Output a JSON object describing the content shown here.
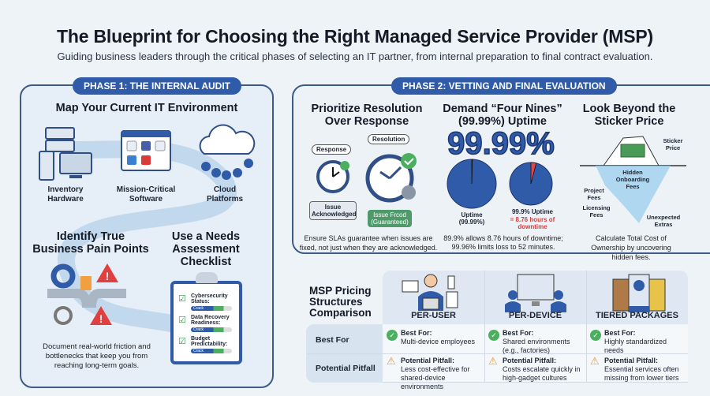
{
  "title": "The Blueprint for Choosing the Right Managed Service Provider (MSP)",
  "subtitle": "Guiding business leaders through the critical phases of selecting an IT partner, from internal preparation to final contract evaluation.",
  "phase1": {
    "badge": "PHASE 1: THE INTERNAL AUDIT",
    "map": {
      "title": "Map Your Current IT Environment",
      "items": [
        {
          "label": "Inventory Hardware",
          "icon": "server-computer-icon"
        },
        {
          "label": "Mission-Critical Software",
          "icon": "app-window-icon"
        },
        {
          "label": "Cloud Platforms",
          "icon": "cloud-icon"
        }
      ]
    },
    "pain": {
      "title": "Identify True Business Pain Points",
      "description": "Document real-world friction and bottlenecks that keep you from reaching long-term goals."
    },
    "checklist": {
      "title": "Use a Needs Assessment Checklist",
      "items": [
        {
          "label": "Cybersecurity Status:",
          "bar": "Crack"
        },
        {
          "label": "Data Recovery Readiness:",
          "bar": "Crack"
        },
        {
          "label": "Budget Predictability:",
          "bar": "Crack"
        }
      ]
    }
  },
  "phase2": {
    "badge": "PHASE 2: VETTING AND FINAL EVALUATION",
    "resolution": {
      "title": "Prioritize Resolution Over Response",
      "response_tag": "Response",
      "resolution_tag": "Resolution",
      "ack_label": "Issue Acknowledged",
      "fixed_label": "Issue Frcod (Guaranteed)",
      "description": "Ensure SLAs guarantee when issues are fixed, not just when they are acknowledged."
    },
    "uptime": {
      "title": "Demand “Four Nines” (99.99%) Uptime",
      "big": "99.99%",
      "pie1_label": "Uptime (99.99%)",
      "pie2_label": "99.9% Uptime",
      "pie2_note": "= 8.76 hours of downtime",
      "description": "89.9% allows 8.76 hours of downtime; 99.96% limits loss to 52 minutes.",
      "pie1_uptime_pct": 99.99,
      "pie2_uptime_pct": 99.9,
      "colors": {
        "uptime": "#2f5ba8",
        "downtime": "#e04848"
      }
    },
    "sticker": {
      "title": "Look Beyond the Sticker Price",
      "labels": {
        "sticker": "Sticker Price",
        "hidden": "Hidden Onboarding Fees",
        "project": "Project Fees",
        "licensing": "Licensing Fees",
        "extras": "Unexpected Extras"
      },
      "description": "Calculate Total Cost of Ownership by uncovering hidden fees."
    }
  },
  "pricing": {
    "title": "MSP Pricing Structures Comparison",
    "row_labels": [
      "Best For",
      "Potential Pitfall"
    ],
    "columns": [
      {
        "name": "PER-USER",
        "best_head": "Best For:",
        "best": "Multi-device employees",
        "pit_head": "Potential Pitfall:",
        "pit": "Less cost-effective for shared-device environments"
      },
      {
        "name": "PER-DEVICE",
        "best_head": "Best For:",
        "best": "Shared environments (e.g., factories)",
        "pit_head": "Potential Pitfall:",
        "pit": "Costs escalate quickly in high-gadget cultures"
      },
      {
        "name": "TIERED PACKAGES",
        "best_head": "Best For:",
        "best": "Highly standardized needs",
        "pit_head": "Potential Pitfall:",
        "pit": "Essential services often missing from lower tiers"
      }
    ]
  }
}
